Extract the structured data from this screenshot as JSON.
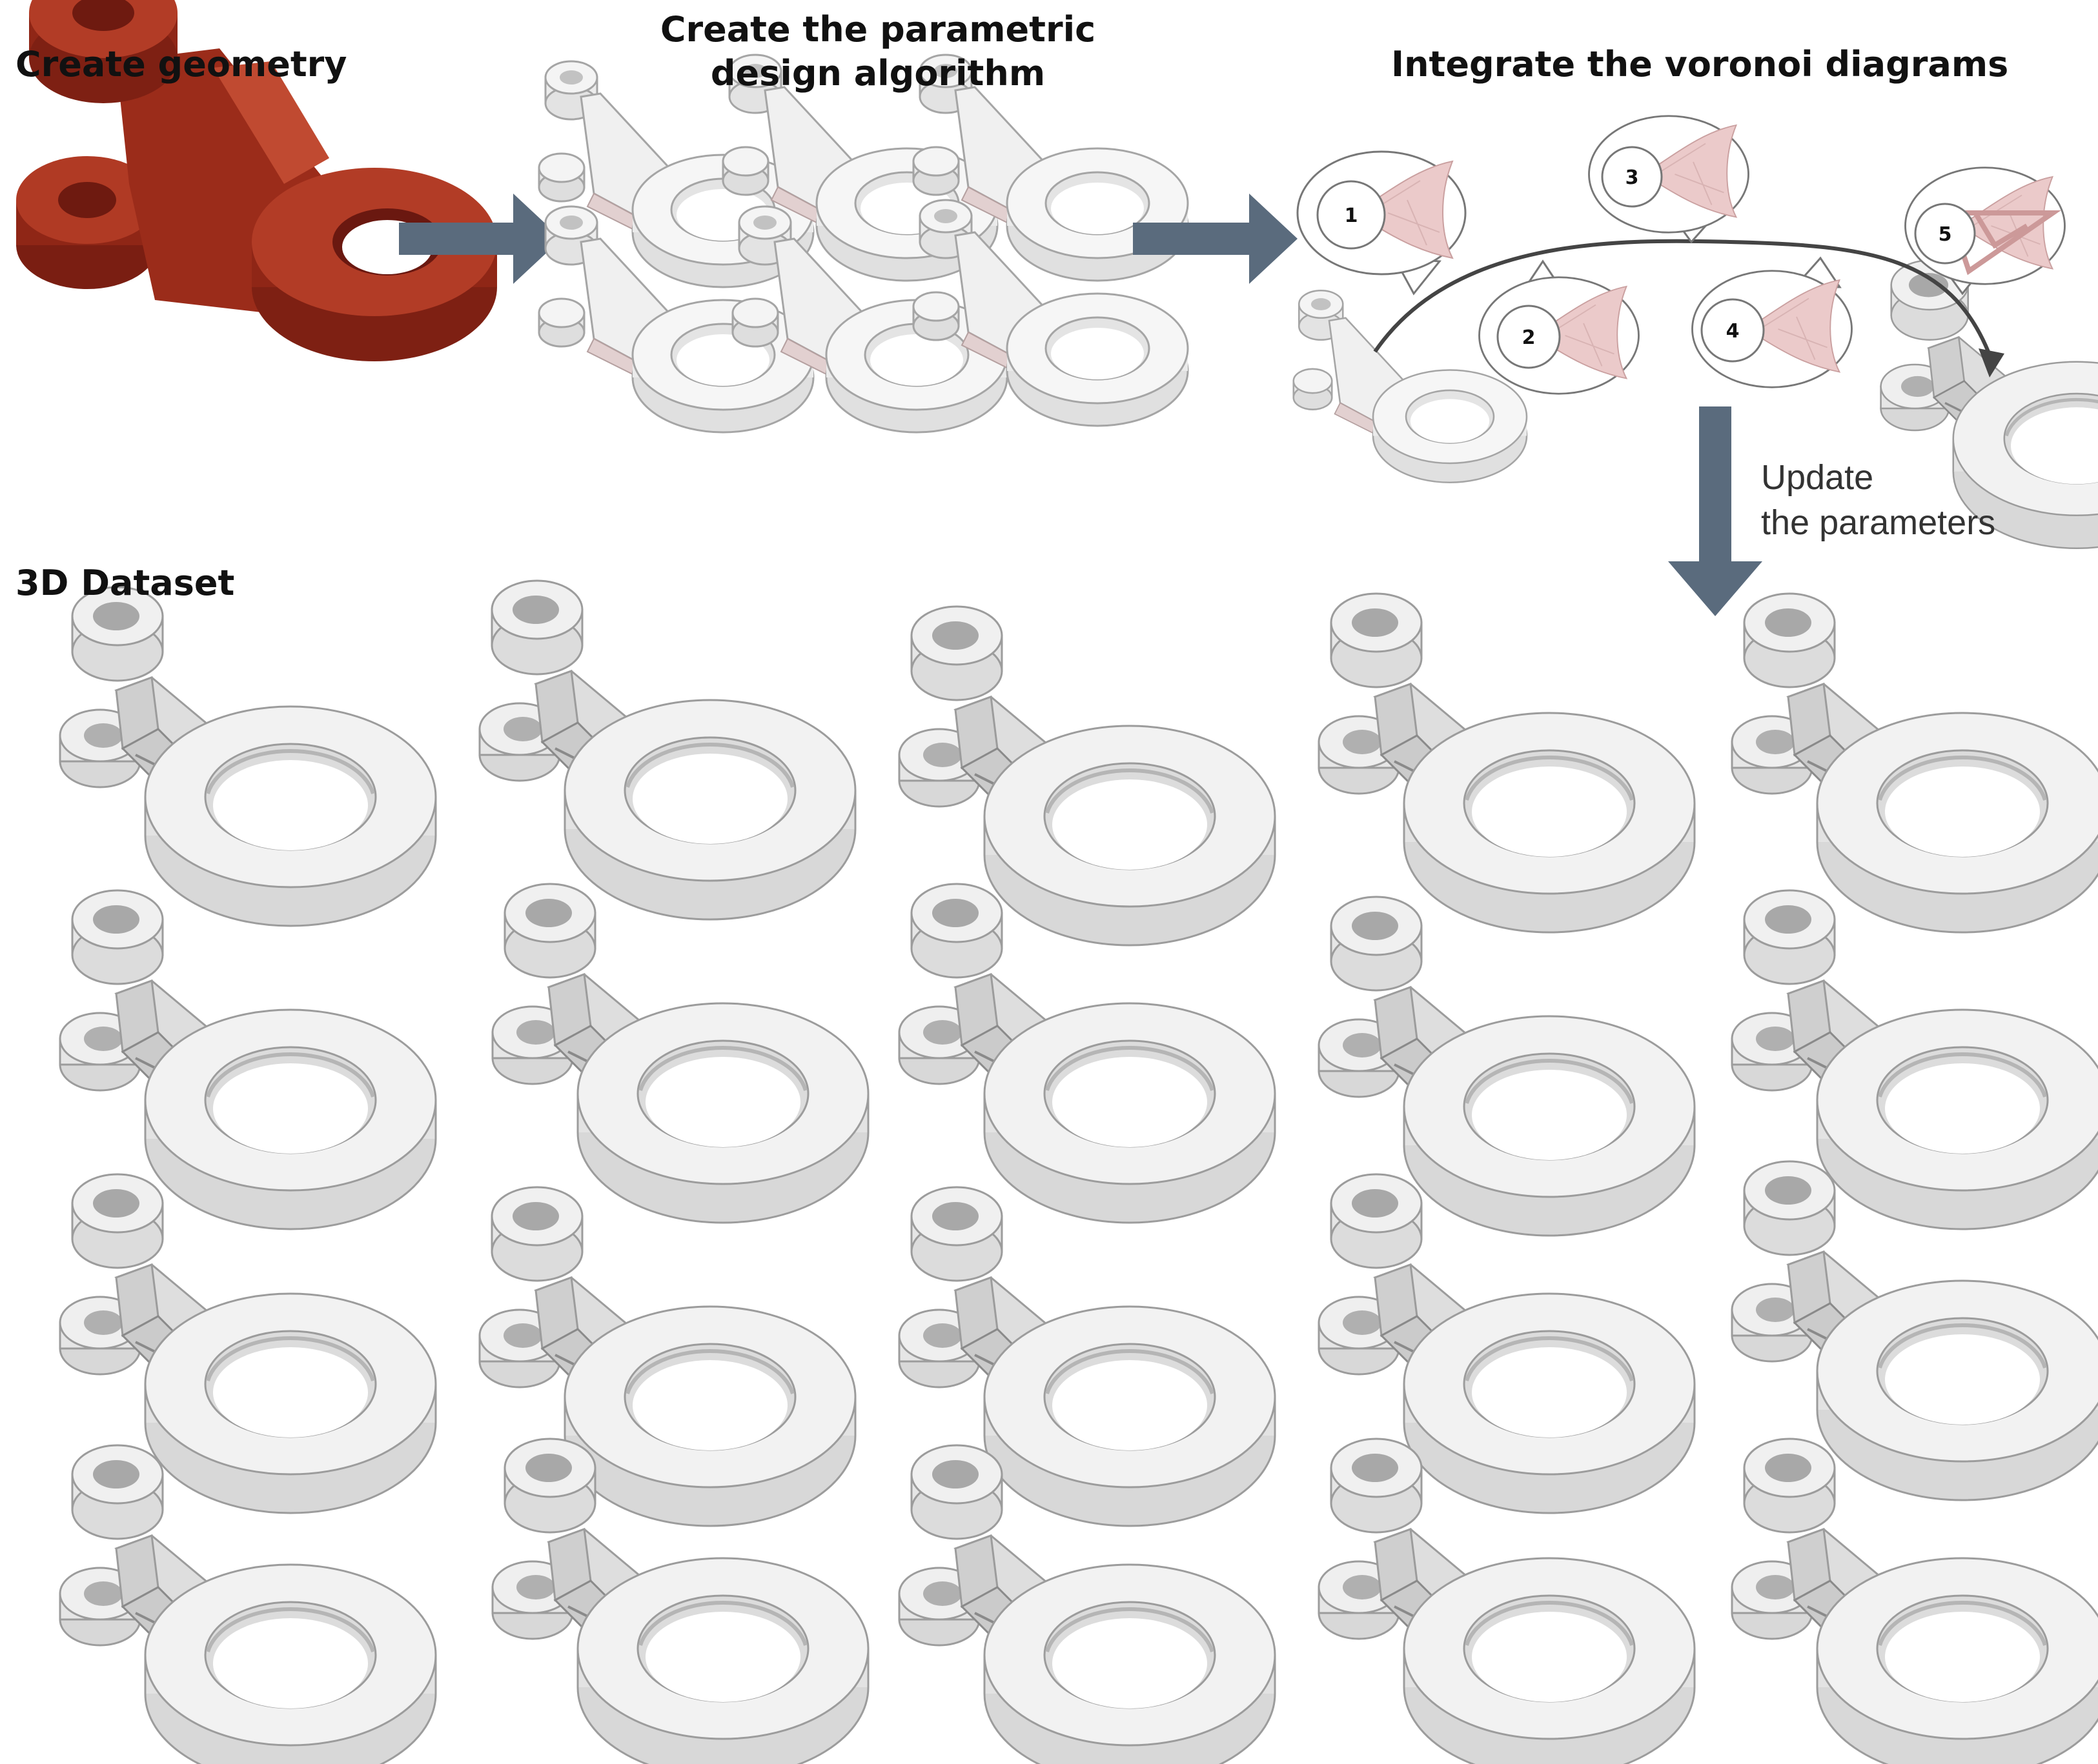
{
  "stages": {
    "geometry_label": "Create geometry",
    "algorithm_label_line1": "Create the parametric",
    "algorithm_label_line2": "design algorithm",
    "voronoi_label": "Integrate the voronoi diagrams",
    "update_label_line1": "Update",
    "update_label_line2": "the parameters",
    "dataset_label": "3D Dataset"
  },
  "voronoi_steps": [
    "1",
    "2",
    "3",
    "4",
    "5"
  ],
  "colors": {
    "arrow": "#5a6b7d",
    "red_part": "#a8301f",
    "part_light": "#ececec",
    "part_mid": "#d6d6d6",
    "part_dark": "#9a9a9a",
    "voronoi_pink": "#e9c9c9"
  },
  "dataset": {
    "rows": 4,
    "columns": 5
  }
}
